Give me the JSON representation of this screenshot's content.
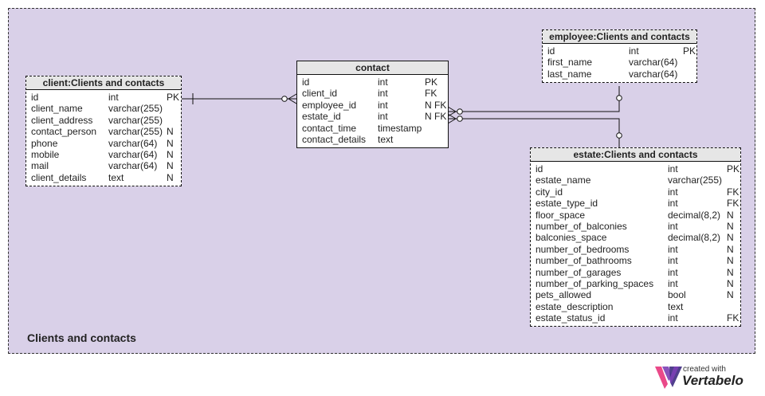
{
  "area": {
    "label": "Clients and contacts"
  },
  "tables": {
    "client": {
      "title": "client:Clients and contacts",
      "columns": [
        [
          "id",
          "int",
          "PK"
        ],
        [
          "client_name",
          "varchar(255)",
          ""
        ],
        [
          "client_address",
          "varchar(255)",
          ""
        ],
        [
          "contact_person",
          "varchar(255)",
          "N"
        ],
        [
          "phone",
          "varchar(64)",
          "N"
        ],
        [
          "mobile",
          "varchar(64)",
          "N"
        ],
        [
          "mail",
          "varchar(64)",
          "N"
        ],
        [
          "client_details",
          "text",
          "N"
        ]
      ]
    },
    "contact": {
      "title": "contact",
      "columns": [
        [
          "id",
          "int",
          "PK"
        ],
        [
          "client_id",
          "int",
          "FK"
        ],
        [
          "employee_id",
          "int",
          "N FK"
        ],
        [
          "estate_id",
          "int",
          "N FK"
        ],
        [
          "contact_time",
          "timestamp",
          ""
        ],
        [
          "contact_details",
          "text",
          ""
        ]
      ]
    },
    "employee": {
      "title": "employee:Clients and contacts",
      "columns": [
        [
          "id",
          "int",
          "PK"
        ],
        [
          "first_name",
          "varchar(64)",
          ""
        ],
        [
          "last_name",
          "varchar(64)",
          ""
        ]
      ]
    },
    "estate": {
      "title": "estate:Clients and contacts",
      "columns": [
        [
          "id",
          "int",
          "PK"
        ],
        [
          "estate_name",
          "varchar(255)",
          ""
        ],
        [
          "city_id",
          "int",
          "FK"
        ],
        [
          "estate_type_id",
          "int",
          "FK"
        ],
        [
          "floor_space",
          "decimal(8,2)",
          "N"
        ],
        [
          "number_of_balconies",
          "int",
          "N"
        ],
        [
          "balconies_space",
          "decimal(8,2)",
          "N"
        ],
        [
          "number_of_bedrooms",
          "int",
          "N"
        ],
        [
          "number_of_bathrooms",
          "int",
          "N"
        ],
        [
          "number_of_garages",
          "int",
          "N"
        ],
        [
          "number_of_parking_spaces",
          "int",
          "N"
        ],
        [
          "pets_allowed",
          "bool",
          "N"
        ],
        [
          "estate_description",
          "text",
          ""
        ],
        [
          "estate_status_id",
          "int",
          "FK"
        ]
      ]
    }
  },
  "logo": {
    "sub": "created with",
    "name": "Vertabelo",
    "colors": [
      "#e8357c",
      "#7b3fb5",
      "#3d2a80"
    ]
  }
}
